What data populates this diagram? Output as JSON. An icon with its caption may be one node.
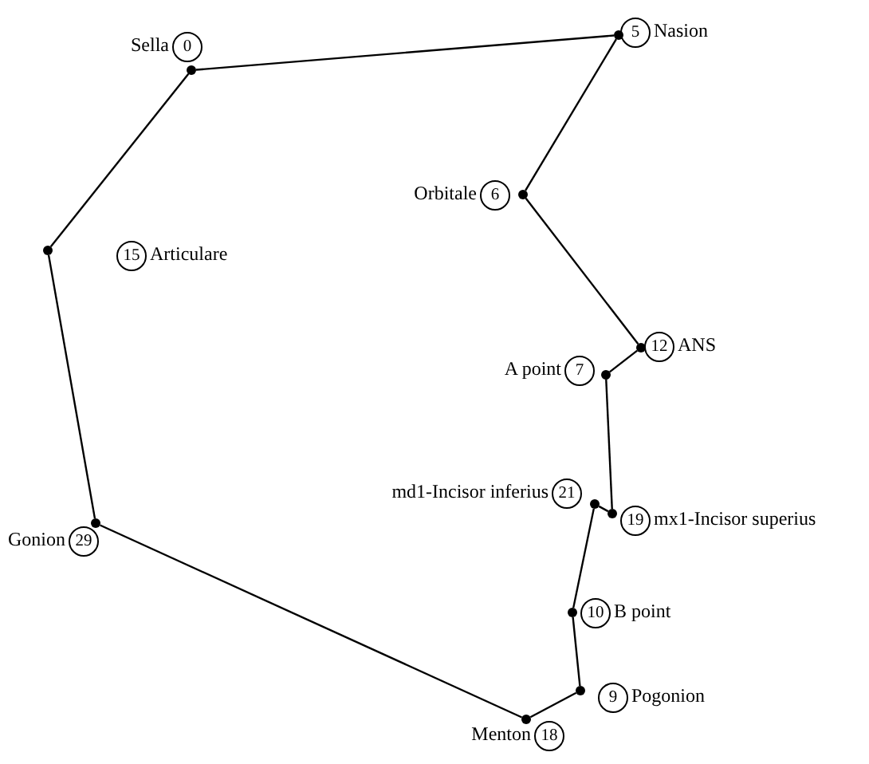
{
  "diagram": {
    "nodes": [
      {
        "text": [
          "0"
        ],
        "beside": [
          "Sella"
        ]
      },
      {
        "text": [
          "5"
        ],
        "beside": [
          "Nasion"
        ]
      },
      {
        "text": [
          "6"
        ],
        "beside": [
          "Orbitale"
        ]
      },
      {
        "text": [
          "15"
        ],
        "beside": [
          "Articulare"
        ]
      },
      {
        "text": [
          "12"
        ],
        "beside": [
          "ANS"
        ]
      },
      {
        "text": [
          "7"
        ],
        "beside": [
          "A point"
        ]
      },
      {
        "text": [
          "21"
        ],
        "beside": [
          "md1-Incisor inferius"
        ]
      },
      {
        "text": [
          "19"
        ],
        "beside": [
          "mx1-Incisor superius"
        ]
      },
      {
        "text": [
          "29"
        ],
        "beside": [
          "Gonion"
        ]
      },
      {
        "text": [
          "10"
        ],
        "beside": [
          "B point"
        ]
      },
      {
        "text": [
          "9"
        ],
        "beside": [
          "Pogonion"
        ]
      },
      {
        "text": [
          "18"
        ],
        "beside": [
          "Menton"
        ]
      },
      {
        "text": [],
        "shape": "circle"
      },
      {
        "text": [],
        "shape": "circle"
      },
      {
        "text": [],
        "shape": "circle"
      },
      {
        "text": [],
        "shape": "circle"
      },
      {
        "text": [],
        "shape": "circle"
      },
      {
        "text": [],
        "shape": "circle"
      },
      {
        "text": [],
        "shape": "circle"
      },
      {
        "text": [],
        "shape": "circle"
      },
      {
        "text": [],
        "shape": "circle"
      },
      {
        "text": [],
        "shape": "circle"
      },
      {
        "text": [],
        "shape": "circle"
      },
      {
        "text": [],
        "shape": "circle"
      }
    ],
    "edges": [
      {
        "from": 12,
        "to": 13,
        "arrow": "none"
      },
      {
        "from": 13,
        "to": 14,
        "arrow": "none"
      },
      {
        "from": 14,
        "to": 16,
        "arrow": "none"
      },
      {
        "from": 16,
        "to": 17,
        "arrow": "none"
      },
      {
        "from": 17,
        "to": 19,
        "arrow": "none"
      },
      {
        "from": 19,
        "to": 18,
        "arrow": "none"
      },
      {
        "from": 18,
        "to": 21,
        "arrow": "none"
      },
      {
        "from": 21,
        "to": 22,
        "arrow": "none"
      },
      {
        "from": 22,
        "to": 23,
        "arrow": "none"
      },
      {
        "from": 23,
        "to": 20,
        "arrow": "none"
      },
      {
        "from": 20,
        "to": 15,
        "arrow": "none"
      },
      {
        "from": 15,
        "to": 12,
        "arrow": "none"
      }
    ]
  }
}
